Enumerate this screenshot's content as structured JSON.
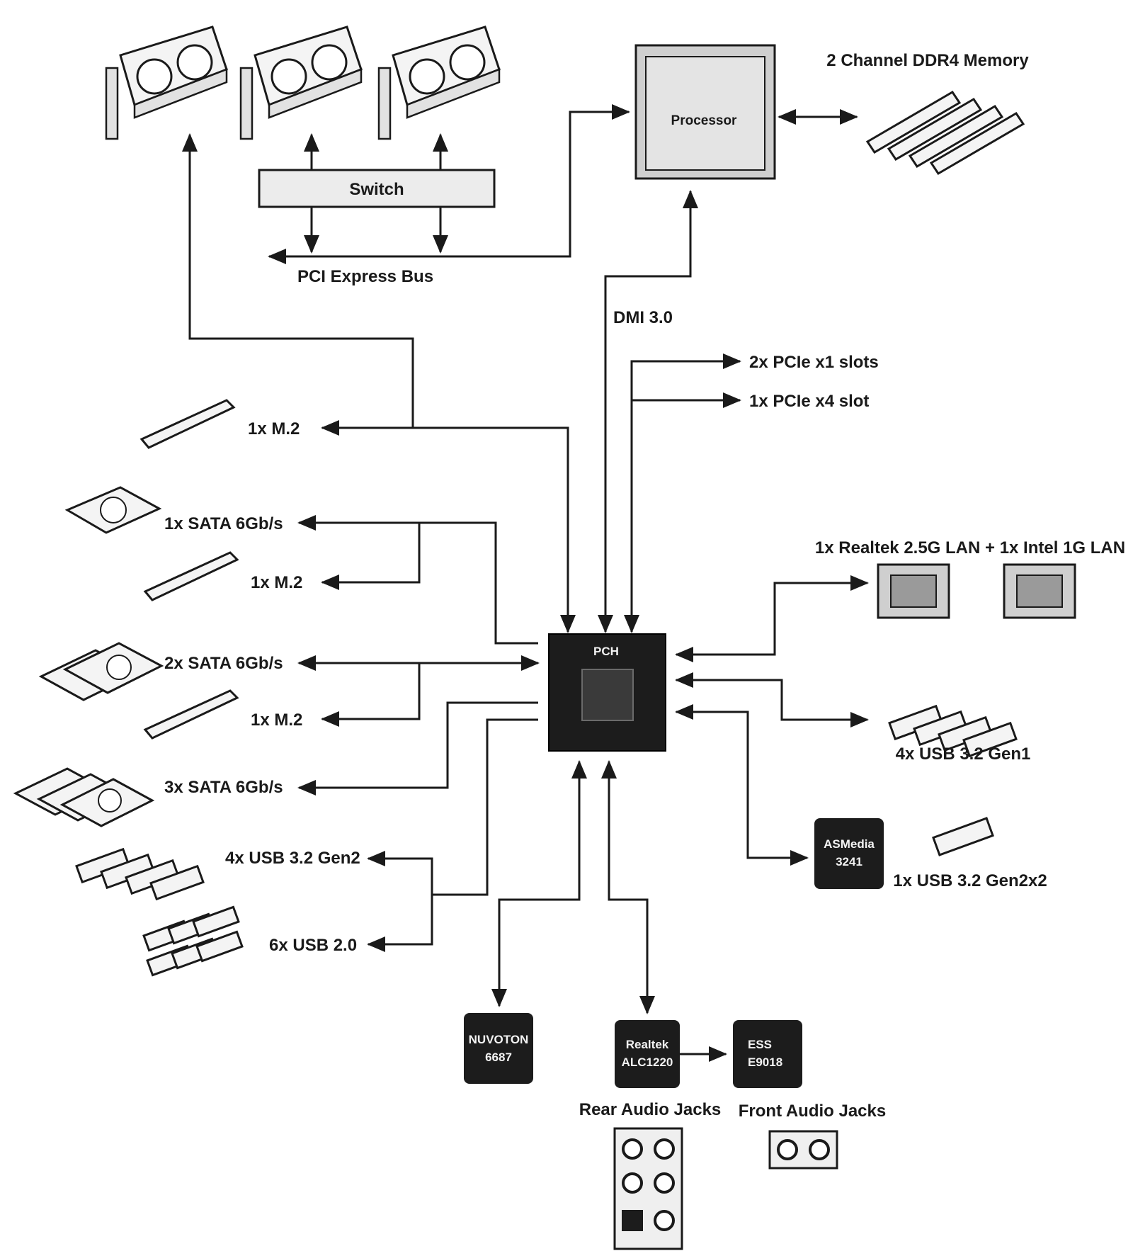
{
  "labels": {
    "switch": "Switch",
    "pci_bus": "PCI Express Bus",
    "processor": "Processor",
    "memory": "2 Channel DDR4 Memory",
    "dmi": "DMI 3.0",
    "pcie_x1": "2x PCIe x1 slots",
    "pcie_x4": "1x PCIe x4 slot",
    "m2_1": "1x M.2",
    "sata_1": "1x SATA 6Gb/s",
    "m2_2": "1x M.2",
    "sata_2": "2x SATA 6Gb/s",
    "m2_3": "1x M.2",
    "sata_3": "3x SATA 6Gb/s",
    "usb_gen2": "4x USB 3.2 Gen2",
    "usb_20": "6x USB 2.0",
    "pch": "PCH",
    "lan": "1x Realtek 2.5G LAN + 1x Intel 1G LAN",
    "usb_gen1": "4x USB 3.2 Gen1",
    "asmedia_line1": "ASMedia",
    "asmedia_line2": "3241",
    "usb_gen2x2": "1x USB 3.2 Gen2x2",
    "nuvoton_line1": "NUVOTON",
    "nuvoton_line2": "6687",
    "realtek_line1": "Realtek",
    "realtek_line2": "ALC1220",
    "ess_line1": "ESS",
    "ess_line2": "E9018",
    "rear_audio": "Rear Audio Jacks",
    "front_audio": "Front Audio Jacks"
  }
}
